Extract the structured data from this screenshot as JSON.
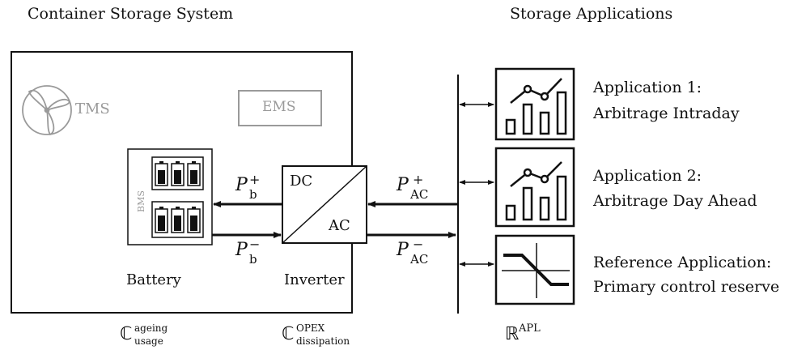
{
  "header": {
    "left_title": "Container Storage System",
    "right_title": "Storage Applications"
  },
  "container": {
    "tms_label": "TMS",
    "ems_label": "EMS",
    "bms_label": "BMS",
    "battery_label": "Battery",
    "inverter_label": "Inverter",
    "inverter_dc": "DC",
    "inverter_ac": "AC"
  },
  "flows": {
    "pb_plus": {
      "base": "P",
      "sub": "b",
      "sup": "+"
    },
    "pb_minus": {
      "base": "P",
      "sub": "b",
      "sup": "−"
    },
    "pac_plus": {
      "base": "P",
      "sub": "AC",
      "sup": "+"
    },
    "pac_minus": {
      "base": "P",
      "sub": "AC",
      "sup": "−"
    }
  },
  "applications": [
    {
      "line1": "Application 1:",
      "line2": "Arbitrage Intraday",
      "icon": "chart-icon"
    },
    {
      "line1": "Application 2:",
      "line2": "Arbitrage Day Ahead",
      "icon": "chart-icon"
    },
    {
      "line1": "Reference Application:",
      "line2": "Primary control reserve",
      "icon": "droop-curve-icon"
    }
  ],
  "footer": {
    "c_ageing": {
      "base": "ℂ",
      "sup": "ageing",
      "sub": "usage"
    },
    "c_opex": {
      "base": "ℂ",
      "sup": "OPEX",
      "sub": "dissipation"
    },
    "r_apl": {
      "base": "ℝ",
      "sup": "APL"
    }
  }
}
